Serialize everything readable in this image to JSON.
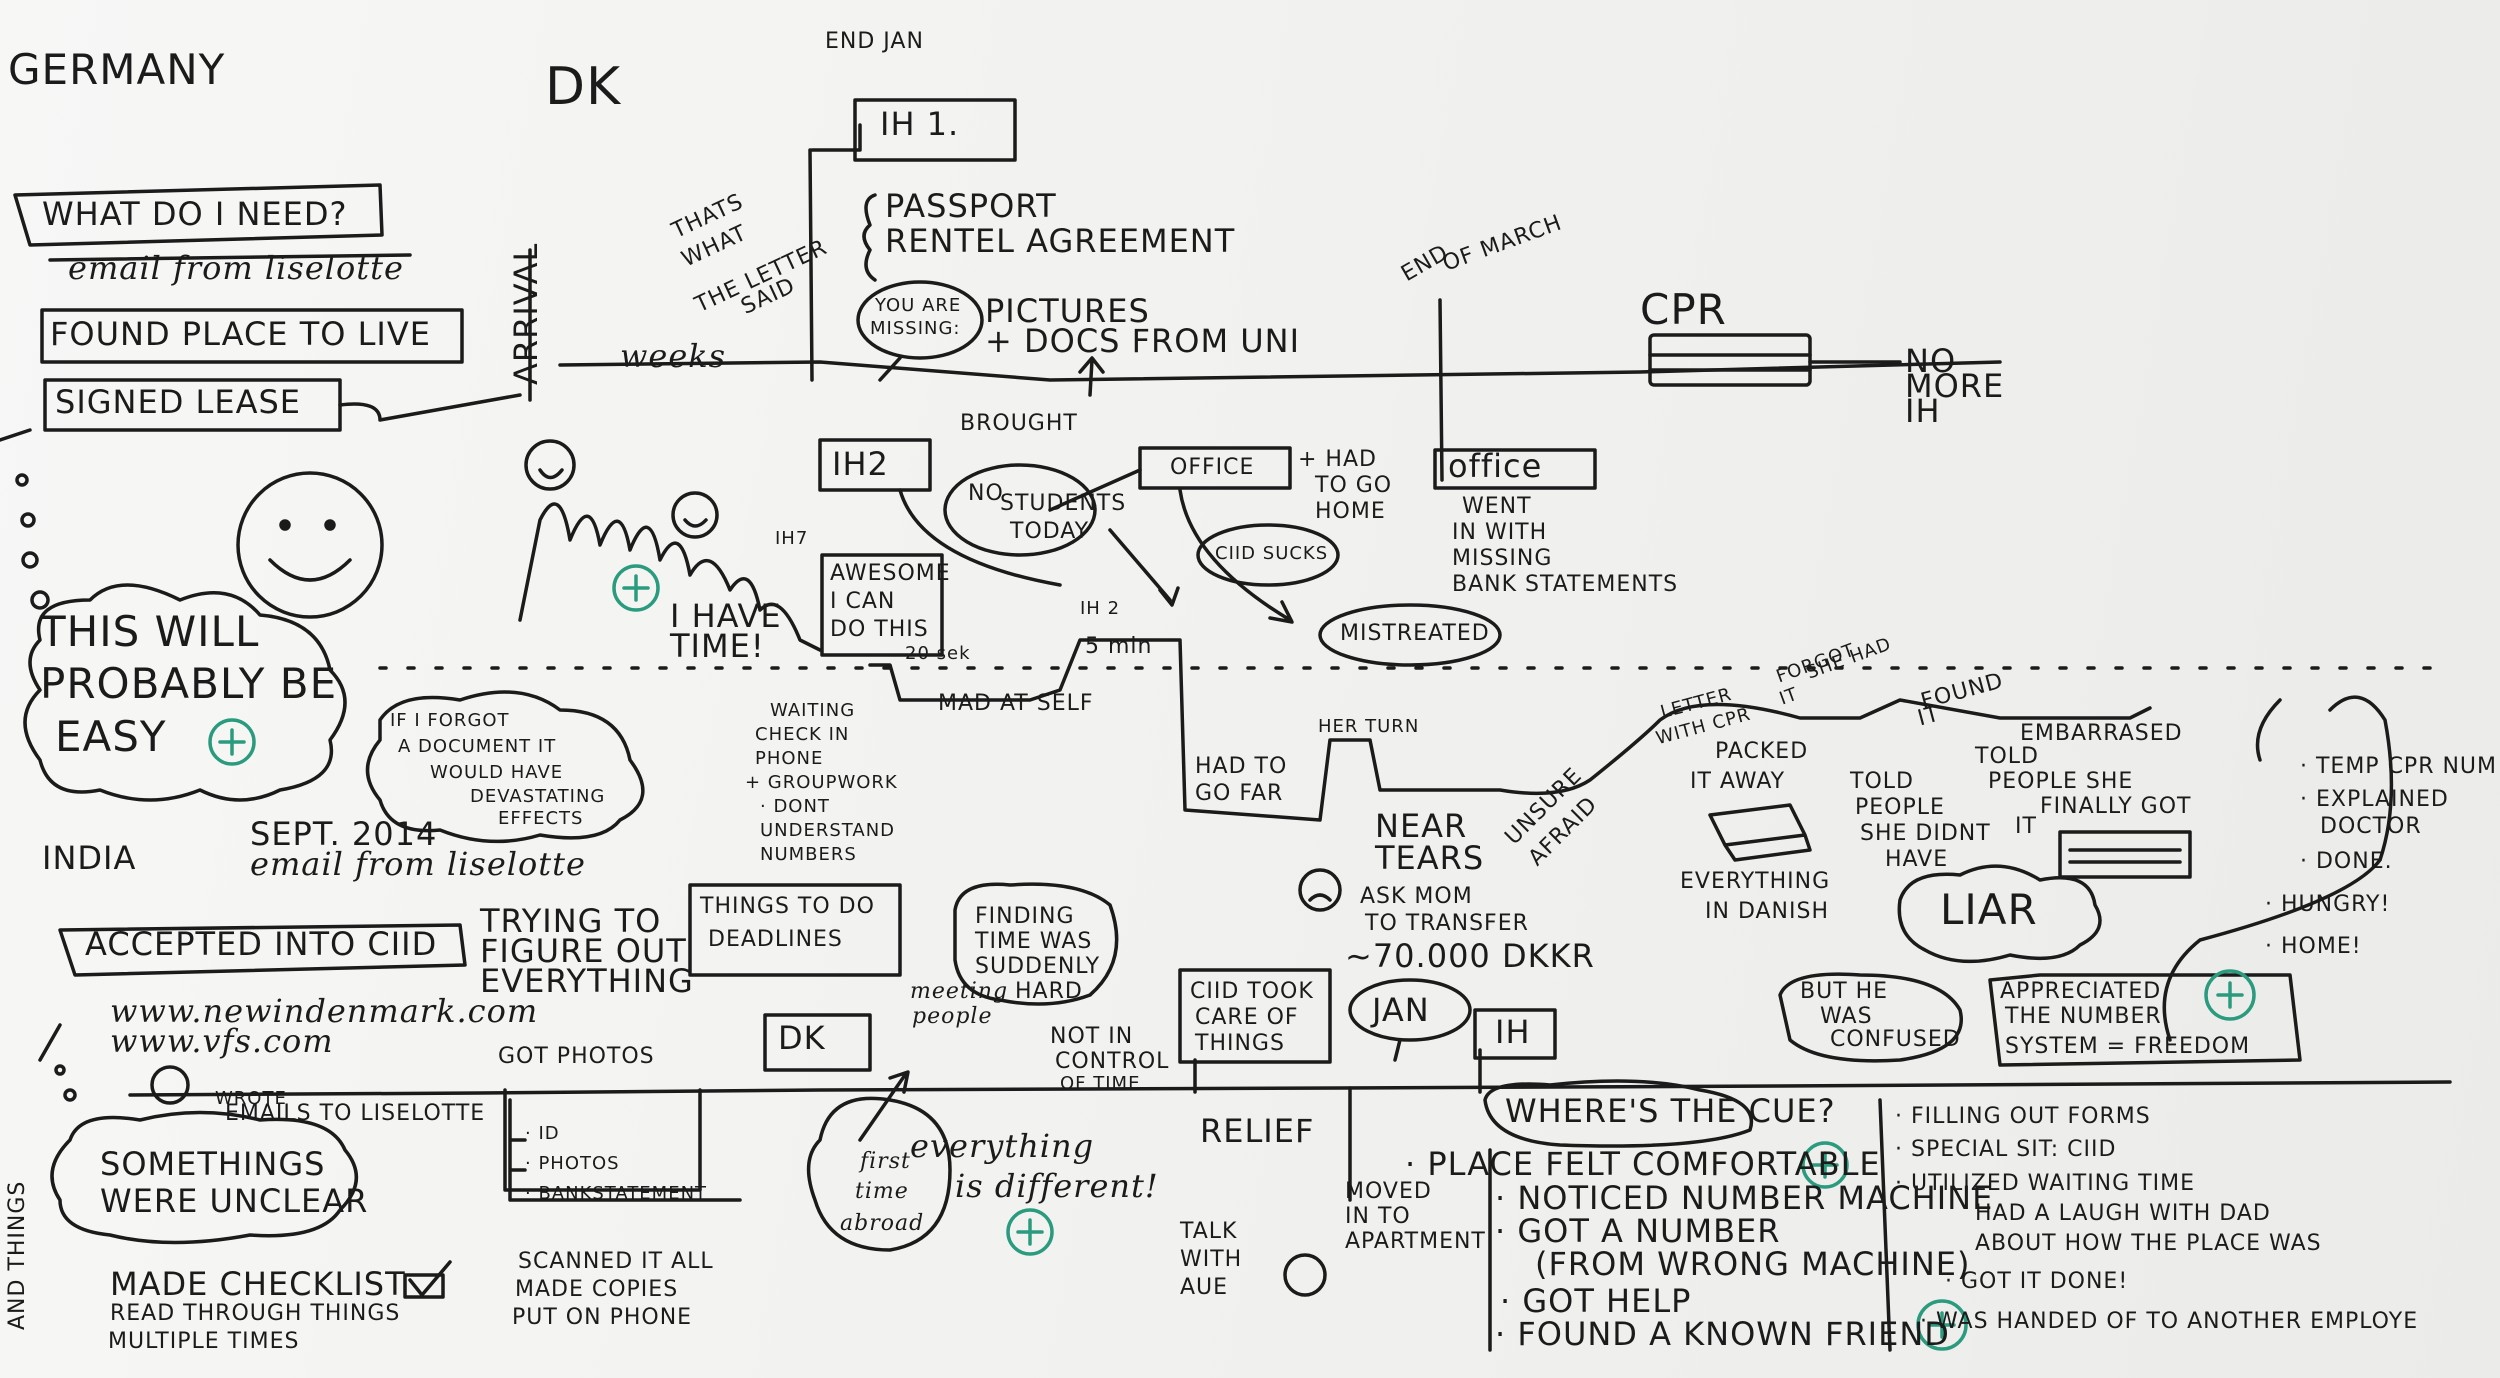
{
  "board": {
    "ink_color": "#1b1b1b",
    "accent_color": "#2a9b7e",
    "countries": {
      "germany": "GERMANY",
      "dk": "DK",
      "india": "INDIA"
    },
    "top_left": {
      "what_do_i_need": "WHAT DO I NEED?",
      "email": "email from liselotte",
      "found_place": "FOUND PLACE TO LIVE",
      "signed_lease": "SIGNED LEASE",
      "arrival": "ARRIVAL",
      "weeks": "weeks",
      "this_will_be_easy": [
        "THIS WILL",
        "PROBABLY BE",
        "EASY"
      ],
      "have_time": [
        "I HAVE",
        "TIME!"
      ]
    },
    "timeline_top": {
      "end_jan": "END JAN",
      "ih1": "IH 1.",
      "thats_what": [
        "THATS",
        "WHAT",
        "THE LETTER",
        "SAID"
      ],
      "passport": "PASSPORT",
      "rental": "RENTEL AGREEMENT",
      "you_are_missing": [
        "YOU ARE",
        "MISSING:"
      ],
      "pictures": "PICTURES",
      "docs": "+ DOCS FROM UNI",
      "brought": "BROUGHT",
      "ih2": "IH2",
      "no_students": [
        "NO",
        "STUDENTS",
        "TODAY"
      ],
      "office": "OFFICE",
      "had_to_go_home": [
        "+ HAD",
        "TO GO",
        "HOME"
      ],
      "ciid_sucks": "CIID SUCKS",
      "end_of_march": [
        "END",
        "OF MARCH"
      ],
      "office2": "office",
      "went_in": [
        "WENT",
        "IN WITH",
        "MISSING",
        "BANK STATEMENTS"
      ],
      "cpr": "CPR",
      "no_more_ih": [
        "NO",
        "MORE",
        "IH"
      ],
      "ih7": "IH7",
      "awesome": [
        "AWESOME",
        "I CAN",
        "DO THIS"
      ],
      "mins20": "20 sek",
      "ih2b": "IH 2",
      "min5": "5 min",
      "mad_at_self": "MAD AT SELF",
      "mistreated": "MISTREATED",
      "waiting": [
        "WAITING",
        "CHECK IN",
        "PHONE",
        "+ GROUPWORK",
        "· DONT",
        "UNDERSTAND",
        "NUMBERS"
      ],
      "had_to_go_far": [
        "HAD TO",
        "GO FAR"
      ],
      "her_turn": "HER TURN",
      "near_tears": [
        "NEAR",
        "TEARS"
      ],
      "unsure": "UNSURE",
      "afraid": "AFRAID",
      "ask_mom": [
        "ASK MOM",
        "TO TRANSFER",
        "~70.000 DKKR"
      ],
      "letter_with_cpr": [
        "LETTER",
        "WITH CPR"
      ],
      "forgot": [
        "FORGOT",
        "SHE HAD",
        "IT"
      ],
      "found_it": [
        "FOUND",
        "IT"
      ],
      "packed": [
        "PACKED",
        "IT AWAY"
      ],
      "told_people": [
        "TOLD",
        "PEOPLE",
        "SHE DIDNT",
        "HAVE"
      ],
      "embarrased": [
        "EMBARRASED",
        "TOLD",
        "PEOPLE SHE",
        "FINALLY GOT",
        "IT"
      ],
      "everything_danish": [
        "EVERYTHING",
        "IN DANISH"
      ],
      "liar": "LIAR",
      "if_forgot": [
        "IF I FORGOT",
        "A DOCUMENT IT",
        "WOULD HAVE",
        "DEVASTATING",
        "EFFECTS"
      ]
    },
    "right_list": {
      "items": [
        "· TEMP CPR NUM",
        "· EXPLAINED",
        "DOCTOR",
        "· DONE.",
        "· HUNGRY!",
        "· HOME!"
      ]
    },
    "bottom": {
      "india_date": "SEPT. 2014",
      "india_email": "email from liselotte",
      "accepted": "ACCEPTED INTO CIID",
      "trying": [
        "TRYING TO",
        "FIGURE OUT",
        "EVERYTHING"
      ],
      "url1": "www.newindenmark.com",
      "url2": "www.vfs.com",
      "things_to_do": [
        "THINGS TO DO",
        "DEADLINES"
      ],
      "finding_time": [
        "FINDING",
        "TIME WAS",
        "SUDDENLY",
        "HARD"
      ],
      "meeting_people": [
        "meeting",
        "people"
      ],
      "not_in_control": [
        "NOT IN",
        "CONTROL",
        "OF TIME"
      ],
      "ciid_took": [
        "CIID TOOK",
        "CARE OF",
        "THINGS"
      ],
      "jan": "JAN",
      "ih": "IH",
      "but_he": [
        "BUT HE",
        "WAS",
        "CONFUSED"
      ],
      "appreciated": [
        "APPRECIATED",
        "THE NUMBER",
        "SYSTEM = FREEDOM"
      ],
      "got_photos": "GOT PHOTOS",
      "dk": "DK",
      "wrote_emails": [
        "WROTE",
        "EMAILS TO LISELOTTE"
      ],
      "somethings": [
        "SOMETHINGS",
        "WERE UNCLEAR"
      ],
      "id_list": [
        "· ID",
        "· PHOTOS",
        "· BANKSTATEMENT"
      ],
      "scanned": [
        "SCANNED IT ALL",
        "MADE COPIES",
        "PUT ON PHONE"
      ],
      "made_checklist": "MADE CHECKLIST",
      "read_through": [
        "READ THROUGH THINGS",
        "MULTIPLE TIMES"
      ],
      "first_time": [
        "first",
        "time",
        "abroad"
      ],
      "everything_different": [
        "everything",
        "is different!"
      ],
      "relief": "RELIEF",
      "moved": [
        "MOVED",
        "IN TO",
        "APARTMENT"
      ],
      "talk_with": [
        "TALK",
        "WITH",
        "AUE"
      ],
      "wheres_queue": "WHERE'S THE CUE?",
      "place_felt": "· PLACE FELT COMFORTABLE",
      "noticed": "· NOTICED NUMBER MACHINE",
      "got_number": [
        "· GOT A NUMBER",
        "(FROM WRONG MACHINE)"
      ],
      "got_help": "· GOT HELP",
      "found_friend": "· FOUND A KNOWN FRIEND",
      "filling": [
        "· FILLING OUT FORMS",
        "· SPECIAL SIT: CIID",
        "· UTILIZED WAITING TIME",
        "HAD A LAUGH WITH DAD",
        "ABOUT HOW THE PLACE WAS",
        "· GOT IT DONE!",
        "· WAS HANDED OF TO ANOTHER EMPLOYE"
      ],
      "and_left": "AND THINGS"
    }
  }
}
